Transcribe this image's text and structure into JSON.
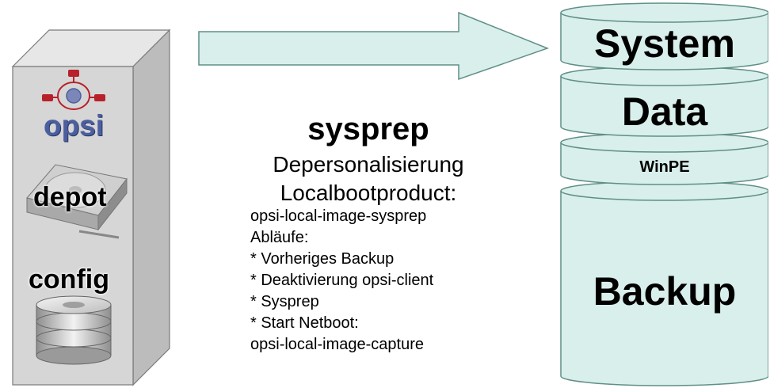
{
  "server": {
    "logo_text": "opsi",
    "depot_label": "depot",
    "config_label": "config"
  },
  "process": {
    "title": "sysprep",
    "subtitle": "Depersonalisierung",
    "product_heading": "Localbootproduct:",
    "lines": [
      "opsi-local-image-sysprep",
      "Abläufe:",
      "* Vorheriges Backup",
      "* Deaktivierung opsi-client",
      "* Sysprep",
      "* Start Netboot:",
      "opsi-local-image-capture"
    ]
  },
  "disk": {
    "partitions": [
      "System",
      "Data",
      "WinPE",
      "Backup"
    ]
  },
  "colors": {
    "teal": "#d9efeb",
    "teal_dark": "#5f8f86",
    "server_gray": "#d6d6d6",
    "opsi_blue": "#4b5f9e",
    "opsi_red": "#b8202a"
  }
}
